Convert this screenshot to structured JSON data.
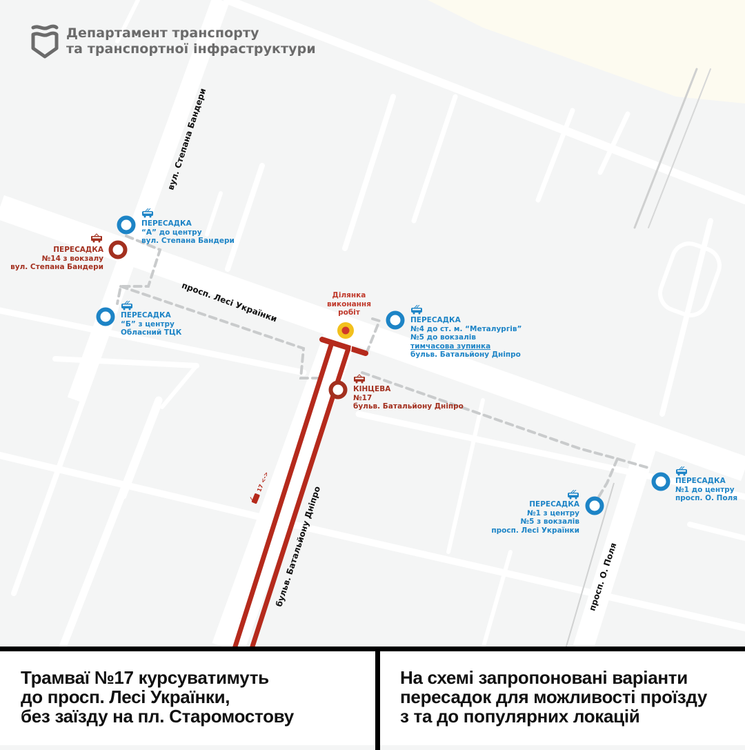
{
  "header": {
    "logo_icon": "shield-logo-icon",
    "title_line1": "Департамент транспорту",
    "title_line2": "та транспортної інфраструктури",
    "text_color": "#6b6b6b"
  },
  "colors": {
    "map_background": "#f4f5f5",
    "road": "#ffffff",
    "tram_route": "#b52a1c",
    "transfer_blue": "#1d84c6",
    "transfer_red": "#a3301f",
    "walk_path": "#c9cbcc",
    "works_outer": "#f2c01d",
    "works_inner": "#d0372a",
    "industrial_zone": "#fdfbf1"
  },
  "streets": {
    "bandery": "вул. Степана Бандери",
    "lesi": "просп. Лесі Українки",
    "batalion": "бульв. Батальйону Дніпро",
    "polia": "просп. О. Поля"
  },
  "works": {
    "line1": "Ділянка",
    "line2": "виконання",
    "line3": "робіт"
  },
  "route_marker": {
    "number": "17",
    "arrows": "<->"
  },
  "stops": [
    {
      "id": "A",
      "type": "trolleybus",
      "color": "blue",
      "lines": [
        "ПЕРЕСАДКА",
        "“А” до центру",
        "вул. Степана Бандери"
      ]
    },
    {
      "id": "14",
      "type": "tram",
      "color": "red",
      "lines": [
        "ПЕРЕСАДКА",
        "№14 з вокзалу",
        "вул. Степана Бандери"
      ]
    },
    {
      "id": "B",
      "type": "trolleybus",
      "color": "blue",
      "lines": [
        "ПЕРЕСАДКА",
        "“Б” з центру",
        "Обласний ТЦК"
      ]
    },
    {
      "id": "4-5",
      "type": "trolleybus",
      "color": "blue",
      "lines": [
        "ПЕРЕСАДКА",
        "№4 до ст. м. “Металургів”",
        "№5 до вокзалів",
        "тимчасова зупинка",
        "бульв. Батальйону Дніпро"
      ]
    },
    {
      "id": "17-end",
      "type": "tram",
      "color": "red",
      "lines": [
        "КІНЦЕВА",
        "№17",
        "бульв. Батальйону Дніпро"
      ]
    },
    {
      "id": "1-to-center",
      "type": "trolleybus",
      "color": "blue",
      "lines": [
        "ПЕРЕСАДКА",
        "№1 до центру",
        "просп. О. Поля"
      ]
    },
    {
      "id": "1-5-from",
      "type": "trolleybus",
      "color": "blue",
      "lines": [
        "ПЕРЕСАДКА",
        "№1 з центру",
        "№5 з вокзалів",
        "просп. Лесі Українки"
      ]
    }
  ],
  "footer": {
    "left": [
      "Трамваї №17 курсуватимуть",
      "до просп. Лесі Українки,",
      "без заїзду на пл. Старомостову"
    ],
    "right": [
      "На схемі запропоновані варіанти",
      "пересадок для можливості проїзду",
      "з та до популярних локацій"
    ]
  }
}
